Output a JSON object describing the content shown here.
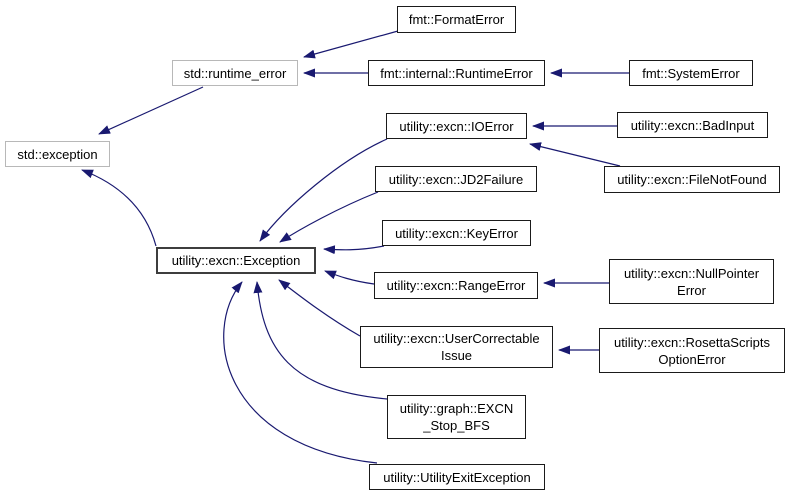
{
  "diagram": {
    "title": "Inheritance graph for utility::excn::Exception",
    "type": "class-inheritance-graph",
    "colors": {
      "background": "#ffffff",
      "arrow": "#191970",
      "node_border": "#1a1a1a",
      "external_node_border": "#b8b8b8",
      "focus_node_border": "#3d3d3d",
      "node_fill": "#ffffff",
      "text": "#000000"
    },
    "nodes": [
      {
        "id": "std-exception",
        "label": "std::exception",
        "style": "external"
      },
      {
        "id": "std-runtime-error",
        "label": "std::runtime_error",
        "style": "external"
      },
      {
        "id": "fmt-format-error",
        "label": "fmt::FormatError",
        "style": "normal"
      },
      {
        "id": "fmt-internal-runtime-error",
        "label": "fmt::internal::RuntimeError",
        "style": "normal"
      },
      {
        "id": "fmt-system-error",
        "label": "fmt::SystemError",
        "style": "normal"
      },
      {
        "id": "utility-excn-io-error",
        "label": "utility::excn::IOError",
        "style": "normal"
      },
      {
        "id": "utility-excn-bad-input",
        "label": "utility::excn::BadInput",
        "style": "normal"
      },
      {
        "id": "utility-excn-file-not-found",
        "label": "utility::excn::FileNotFound",
        "style": "normal"
      },
      {
        "id": "utility-excn-jd2-failure",
        "label": "utility::excn::JD2Failure",
        "style": "normal"
      },
      {
        "id": "utility-excn-key-error",
        "label": "utility::excn::KeyError",
        "style": "normal"
      },
      {
        "id": "utility-excn-exception",
        "label": "utility::excn::Exception",
        "style": "focus"
      },
      {
        "id": "utility-excn-range-error",
        "label": "utility::excn::RangeError",
        "style": "normal"
      },
      {
        "id": "utility-excn-null-pointer-error",
        "label": "utility::excn::NullPointer\nError",
        "style": "normal"
      },
      {
        "id": "utility-excn-user-correctable-issue",
        "label": "utility::excn::UserCorrectable\nIssue",
        "style": "normal"
      },
      {
        "id": "utility-excn-rosetta-scripts-option-error",
        "label": "utility::excn::RosettaScripts\nOptionError",
        "style": "normal"
      },
      {
        "id": "utility-graph-excn-stop-bfs",
        "label": "utility::graph::EXCN\n_Stop_BFS",
        "style": "normal"
      },
      {
        "id": "utility-utility-exit-exception",
        "label": "utility::UtilityExitException",
        "style": "normal"
      }
    ],
    "edges": [
      {
        "from": "fmt::FormatError",
        "to": "std::runtime_error"
      },
      {
        "from": "fmt::internal::RuntimeError",
        "to": "std::runtime_error"
      },
      {
        "from": "fmt::SystemError",
        "to": "fmt::internal::RuntimeError"
      },
      {
        "from": "std::runtime_error",
        "to": "std::exception"
      },
      {
        "from": "utility::excn::Exception",
        "to": "std::exception"
      },
      {
        "from": "utility::excn::IOError",
        "to": "utility::excn::Exception"
      },
      {
        "from": "utility::excn::BadInput",
        "to": "utility::excn::IOError"
      },
      {
        "from": "utility::excn::FileNotFound",
        "to": "utility::excn::IOError"
      },
      {
        "from": "utility::excn::JD2Failure",
        "to": "utility::excn::Exception"
      },
      {
        "from": "utility::excn::KeyError",
        "to": "utility::excn::Exception"
      },
      {
        "from": "utility::excn::RangeError",
        "to": "utility::excn::Exception"
      },
      {
        "from": "utility::excn::NullPointerError",
        "to": "utility::excn::RangeError"
      },
      {
        "from": "utility::excn::UserCorrectableIssue",
        "to": "utility::excn::Exception"
      },
      {
        "from": "utility::excn::RosettaScriptsOptionError",
        "to": "utility::excn::UserCorrectableIssue"
      },
      {
        "from": "utility::graph::EXCN_Stop_BFS",
        "to": "utility::excn::Exception"
      },
      {
        "from": "utility::UtilityExitException",
        "to": "utility::excn::Exception"
      }
    ]
  }
}
